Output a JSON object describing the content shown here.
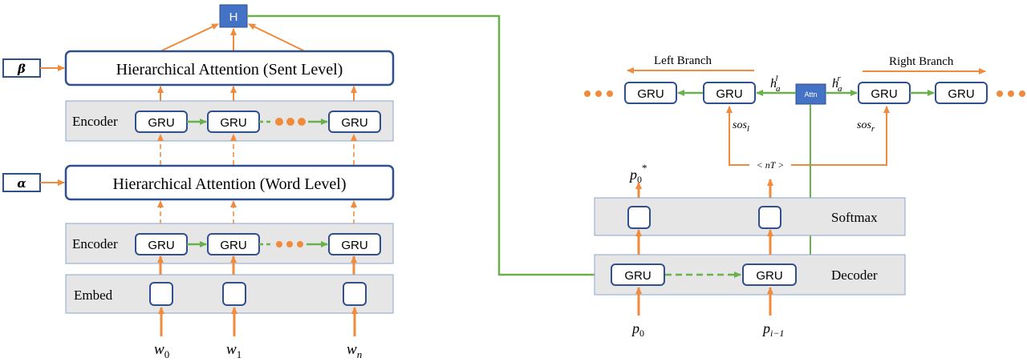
{
  "encoder": {
    "beta": "β",
    "alpha": "α",
    "sent_attention": "Hierarchical Attention (Sent Level)",
    "word_attention": "Hierarchical Attention (Word Level)",
    "encoder_top_label": "Encoder",
    "encoder_bottom_label": "Encoder",
    "embed_label": "Embed",
    "gru_label": "GRU",
    "h_label": "H",
    "inputs": {
      "w0": "w",
      "w0_sub": "0",
      "w1": "w",
      "w1_sub": "1",
      "wn": "w",
      "wn_sub": "n"
    }
  },
  "decoder": {
    "left_branch": "Left Branch",
    "right_branch": "Right Branch",
    "attn": "Attn",
    "gru_label": "GRU",
    "softmax_label": "Softmax",
    "decoder_label": "Decoder",
    "nt_token": "< nT >",
    "ha_l": "h",
    "ha_l_sub": "a",
    "ha_l_sup": "l",
    "ha_r": "h",
    "ha_r_sub": "a",
    "ha_r_sup": "r",
    "sos_l": "sos",
    "sos_l_sub": "l",
    "sos_r": "sos",
    "sos_r_sub": "r",
    "p0_star": "p",
    "p0_star_sub": "0",
    "p0_star_sup": "*",
    "p0": "p",
    "p0_sub": "0",
    "pi": "p",
    "pi_sub": "i−1"
  },
  "colors": {
    "box_stroke": "#2f4f8f",
    "band_fill": "#e6e6e6",
    "band_stroke": "#8ea6cc",
    "orange": "#f08a3c",
    "green": "#6ab04c",
    "blue_fill": "#4472c4"
  }
}
